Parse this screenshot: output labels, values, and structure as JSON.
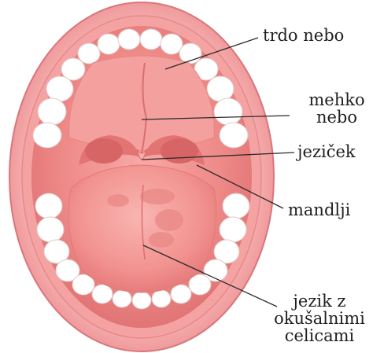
{
  "labels": {
    "hard_palate": "trdo nebo",
    "soft_palate_line1": "mehko",
    "soft_palate_line2": "nebo",
    "uvula": "jeziček",
    "tonsils": "mandlji",
    "tongue_line1": "jezik z",
    "tongue_line2": "okušalnimi",
    "tongue_line3": "celicami"
  },
  "colors": {
    "lips": "#f29a9a",
    "lips_dark": "#e07a80",
    "throat": "#e8706f",
    "palate": "#f08a88",
    "tongue": "#f28f8c",
    "teeth": "#ffffff",
    "leader": "#2a2a2a"
  }
}
